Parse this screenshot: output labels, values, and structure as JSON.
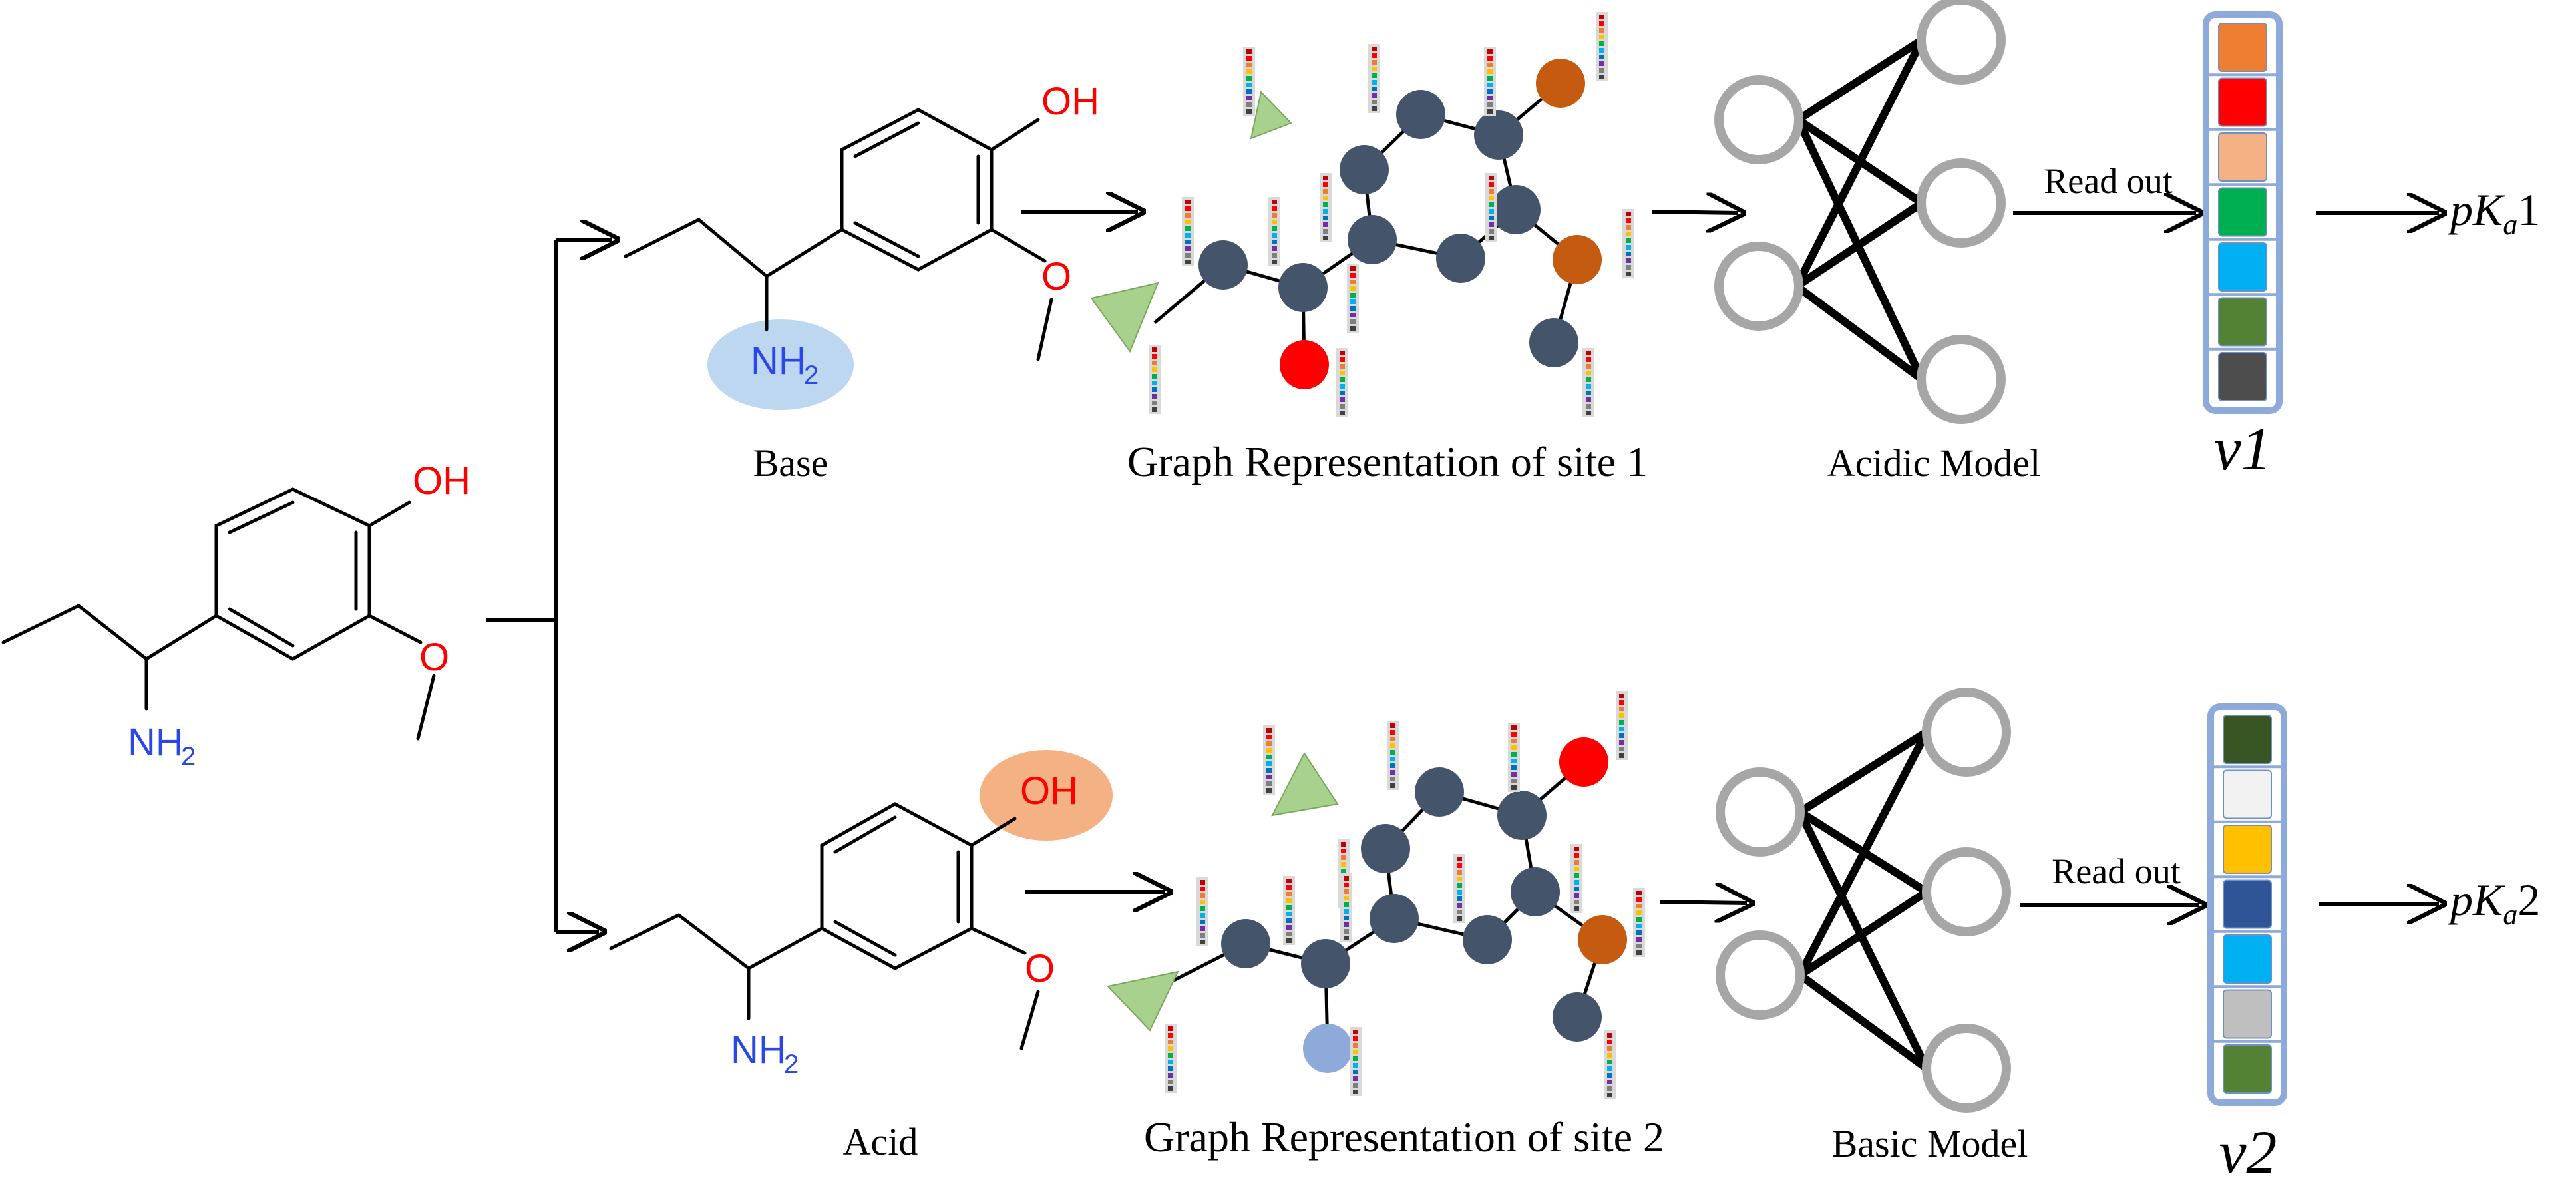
{
  "colors": {
    "heteroatom_O": "#ff0000",
    "heteroatom_N": "#2b47e8",
    "highlight_base": "#bcd7ef",
    "highlight_acid": "#f4b183",
    "graph_node": "#44546a",
    "oxygen_node": "#ff0000",
    "orange_node": "#c55a11",
    "blue_node": "#8eaadb",
    "triangle": "#a9d18e",
    "nn_node_stroke": "#a6a6a6",
    "vector_frame": "#8eaadb",
    "feature_bar_palette": [
      "#c00000",
      "#ff0000",
      "#ed7d31",
      "#ffc000",
      "#00b050",
      "#00b0f0",
      "#0070c0",
      "#7030a0",
      "#7f7f7f",
      "#404040"
    ]
  },
  "molecule": {
    "oh": "OH",
    "o": "O",
    "nh2_main": "NH",
    "nh2_sub": "2"
  },
  "site1": {
    "molecule_label": "Base",
    "graph_label": "Graph Representation of site 1",
    "model_label": "Acidic Model",
    "readout_label": "Read out",
    "vector_label": "v1",
    "output_base": "pK",
    "output_sub": "a",
    "output_suffix": "1",
    "vector_colors": [
      "#ed7d31",
      "#ff0000",
      "#f4b183",
      "#00b050",
      "#00b0f0",
      "#548235",
      "#4d4d4d"
    ]
  },
  "site2": {
    "molecule_label": "Acid",
    "graph_label": "Graph Representation of site 2",
    "model_label": "Basic Model",
    "readout_label": "Read out",
    "vector_label": "v2",
    "output_base": "pK",
    "output_sub": "a",
    "output_suffix": "2",
    "vector_colors": [
      "#375623",
      "#f2f2f2",
      "#ffc000",
      "#2f5597",
      "#00b0f0",
      "#bfbfbf",
      "#548235"
    ]
  }
}
